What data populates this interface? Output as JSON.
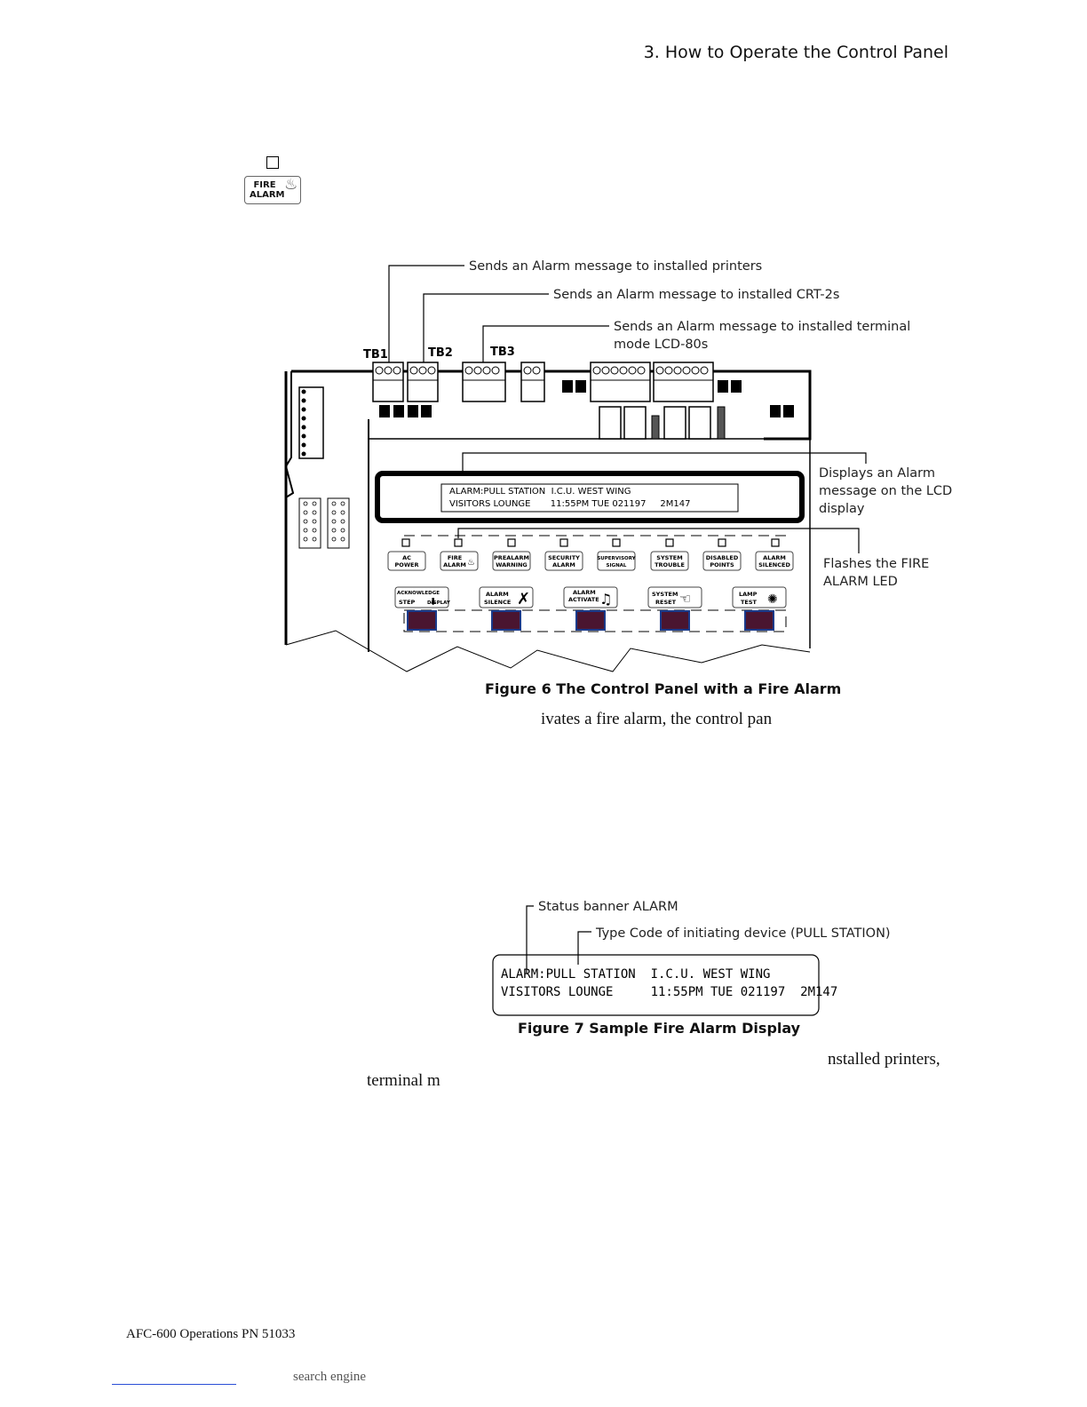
{
  "header": {
    "title": "3. How to Operate the Control Panel"
  },
  "icon": {
    "button_line1": "FIRE",
    "button_line2": "ALARM"
  },
  "figure6": {
    "callouts": {
      "printers": "Sends an Alarm message to installed printers",
      "crt": "Sends an Alarm message to installed CRT-2s",
      "lcd80_line1": "Sends an Alarm message to installed terminal",
      "lcd80_line2": "mode LCD-80s",
      "display_line1": "Displays an Alarm",
      "display_line2": "message on the LCD",
      "display_line3": "display",
      "flashes_line1": "Flashes the FIRE",
      "flashes_line2": "ALARM LED"
    },
    "terminals": {
      "tb1": "TB1",
      "tb2": "TB2",
      "tb3": "TB3"
    },
    "lcd_line1": "ALARM:PULL STATION  I.C.U. WEST WING",
    "lcd_line2": "VISITORS LOUNGE       11:55PM TUE 021197     2M147",
    "leds": [
      {
        "l1": "AC",
        "l2": "POWER"
      },
      {
        "l1": "FIRE",
        "l2": "ALARM"
      },
      {
        "l1": "PREALARM",
        "l2": "WARNING"
      },
      {
        "l1": "SECURITY",
        "l2": "ALARM"
      },
      {
        "l1": "SUPERVISORY",
        "l2": "SIGNAL"
      },
      {
        "l1": "SYSTEM",
        "l2": "TROUBLE"
      },
      {
        "l1": "DISABLED",
        "l2": "POINTS"
      },
      {
        "l1": "ALARM",
        "l2": "SILENCED"
      }
    ],
    "keys": [
      {
        "l1": "ACKNOWLEDGE",
        "l2": "STEP",
        "l3": "DISPLAY"
      },
      {
        "l1": "ALARM",
        "l2": "SILENCE"
      },
      {
        "l1": "ALARM",
        "l2": "ACTIVATE"
      },
      {
        "l1": "SYSTEM",
        "l2": "RESET"
      },
      {
        "l1": "LAMP",
        "l2": "TEST"
      }
    ],
    "caption": "Figure 6  The Control Panel with a Fire Alarm"
  },
  "body": {
    "fragment1": "ivates a fire alarm, the control pan",
    "fragment2": "nstalled printers,",
    "fragment3": "terminal m"
  },
  "figure7": {
    "callout_status": "Status banner ALARM",
    "callout_type": "Type Code of initiating device (PULL STATION)",
    "line1": "ALARM:PULL STATION  I.C.U. WEST WING",
    "line2": "VISITORS LOUNGE     11:55PM TUE 021197  2M147",
    "caption": "Figure 7  Sample Fire Alarm Display"
  },
  "footer": {
    "text": "AFC-600  Operations  PN 51033",
    "search": "search engine"
  }
}
